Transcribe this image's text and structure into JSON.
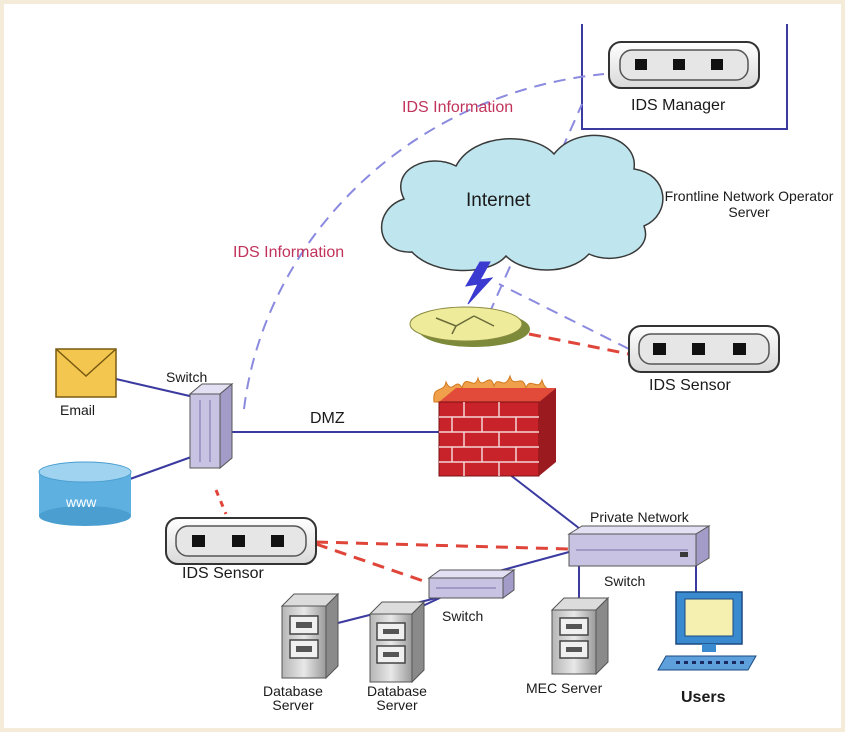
{
  "labels": {
    "ids_manager": "IDS Manager",
    "ids_info_top": "IDS Information",
    "ids_info_left": "IDS Information",
    "internet": "Internet",
    "frontline": "Frontline Network Operator Server",
    "ids_sensor_right": "IDS Sensor",
    "switch_left": "Switch",
    "email": "Email",
    "www": "www",
    "dmz": "DMZ",
    "private_network": "Private Network",
    "switch_right": "Switch",
    "ids_sensor_left": "IDS Sensor",
    "switch_bottom": "Switch",
    "database_server_1": "Database Server",
    "database_server_2": "Database Server",
    "mec_server": "MEC Server",
    "users": "Users"
  },
  "colors": {
    "link_solid": "#3a3aa0",
    "link_dashed_blue": "#8a8ae0",
    "link_dashed_red": "#e0453a",
    "annotation_red": "#c0335a",
    "cloud_fill": "#bfe6ef",
    "firewall_red": "#c8232a",
    "flame_orange": "#f0a04a",
    "switch_fill": "#c9c3e3",
    "email_fill": "#f2c64f",
    "www_fill": "#5eb0e0"
  }
}
